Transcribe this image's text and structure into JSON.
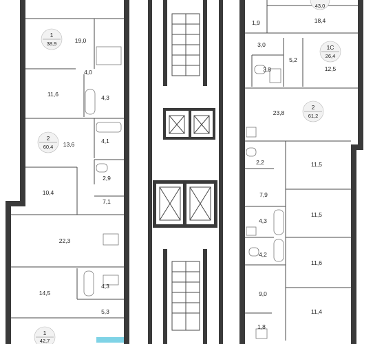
{
  "colors": {
    "wall": "#3a3a3a",
    "unit_badge": "#f2f2f2",
    "glass": "#7fd3e6"
  },
  "apartments": [
    {
      "number": "1",
      "area": "38,9"
    },
    {
      "number": "2",
      "area": "60,4"
    },
    {
      "number": "1",
      "area": "42,7"
    },
    {
      "number": "",
      "area": "43,0"
    },
    {
      "number": "1С",
      "area": "26,4"
    },
    {
      "number": "2",
      "area": "61,2"
    }
  ],
  "rooms": [
    "19,0",
    "4,0",
    "11,6",
    "4,3",
    "13,6",
    "4,1",
    "2,9",
    "10,4",
    "7,1",
    "22,3",
    "14,5",
    "4,3",
    "5,3",
    "18,4",
    "1,9",
    "3,0",
    "5,2",
    "3,8",
    "12,5",
    "23,8",
    "2,2",
    "11,5",
    "7,9",
    "11,5",
    "4,3",
    "4,2",
    "11,6",
    "9,0",
    "11,4",
    "1,8"
  ]
}
